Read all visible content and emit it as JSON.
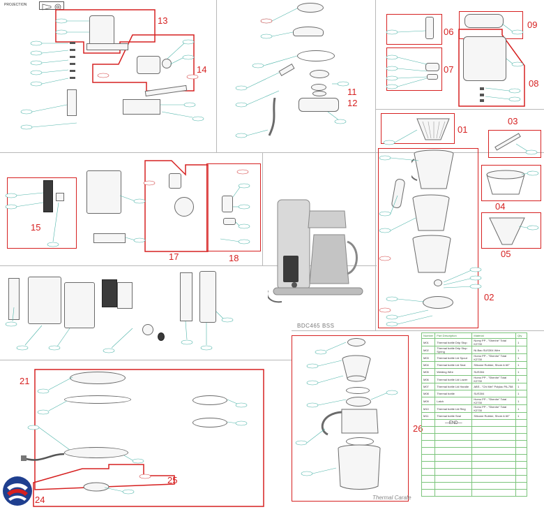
{
  "header": {
    "projection_label": "PROJECTION"
  },
  "model_label": "BDC465 BSS",
  "caption": "Thermal Carafe",
  "group_numbers": {
    "g13": "13",
    "g14": "14",
    "g06": "06",
    "g07": "07",
    "g09": "09",
    "g08": "08",
    "g11": "11",
    "g12": "12",
    "g01": "01",
    "g03": "03",
    "g04": "04",
    "g05": "05",
    "g02": "02",
    "g15": "15",
    "g17": "17",
    "g18": "18",
    "g21": "21",
    "g24": "24",
    "g25": "25",
    "g26": "26"
  },
  "parts_table": {
    "columns": [
      "Number",
      "Part Description",
      "Material",
      "Qty"
    ],
    "rows": [
      {
        "num": "M01",
        "desc": "Thermal bottle Drip Stop",
        "mat": "Nomy PP - \"Shenhe\" Total K2730",
        "qty": "1"
      },
      {
        "num": "M02",
        "desc": "Thermal bottle Drip Stop Spring",
        "mat": "Ni-Bao SUS304 Wire",
        "qty": "1"
      },
      {
        "num": "M03",
        "desc": "Thermal bottle Lid Spout",
        "mat": "Homo PP - \"Shenhe\" Total K2730",
        "qty": "1"
      },
      {
        "num": "M04",
        "desc": "Thermal bottle Lid Seal",
        "mat": "Silicone Rubber, Shore A 60°",
        "qty": "1"
      },
      {
        "num": "M05",
        "desc": "Welding Wire",
        "mat": "SUS304",
        "qty": "1"
      },
      {
        "num": "M06",
        "desc": "Thermal bottle Lid Lower",
        "mat": "Homo PP - \"Shenhe\" Total K2730",
        "qty": "1"
      },
      {
        "num": "M07",
        "desc": "Thermal bottle Lid Handle",
        "mat": "ABS - \"Chi Mei\" Polylac PA-758",
        "qty": "1"
      },
      {
        "num": "M08",
        "desc": "Thermal bottle",
        "mat": "SUS304",
        "qty": "1"
      },
      {
        "num": "M09",
        "desc": "Latch",
        "mat": "Homo PP - \"Shenhe\" Total K2730",
        "qty": "1"
      },
      {
        "num": "M10",
        "desc": "Thermal bottle Lid Ring",
        "mat": "Homo PP - \"Shenhe\" Total K2730",
        "qty": "1"
      },
      {
        "num": "M11",
        "desc": "Thermal bottle Seal",
        "mat": "Silicone Rubber, Shore A 60°",
        "qty": "1"
      }
    ],
    "end_mark": "—END—"
  },
  "colors": {
    "group_box": "#d62020",
    "leader": "#4bb3a8",
    "table_grid": "#7bc47b"
  }
}
